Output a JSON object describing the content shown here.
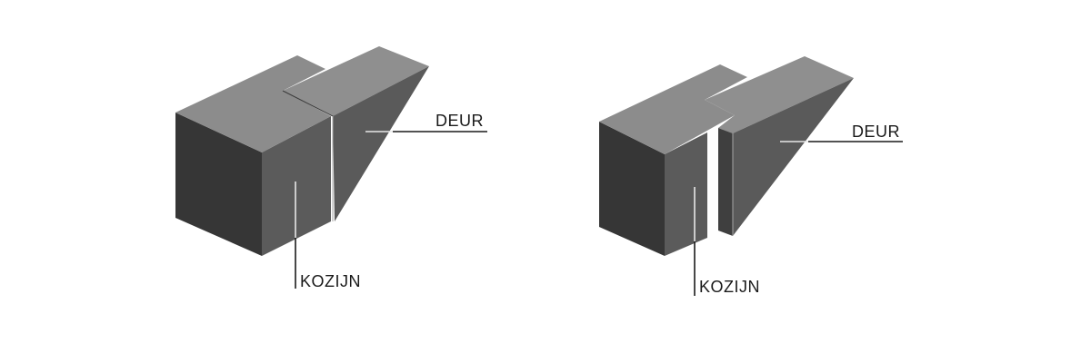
{
  "colors": {
    "background": "#ffffff",
    "top_face": "#8f8f8f",
    "front_face_dark": "#363636",
    "side_face_mid": "#5a5a5a",
    "edge_light": "#a6a6a6",
    "line": "#1a1a1a"
  },
  "diagrams": [
    {
      "variant": "flush",
      "labels": {
        "door": "DEUR",
        "frame": "KOZIJN"
      }
    },
    {
      "variant": "offset",
      "labels": {
        "door": "DEUR",
        "frame": "KOZIJN"
      }
    }
  ]
}
